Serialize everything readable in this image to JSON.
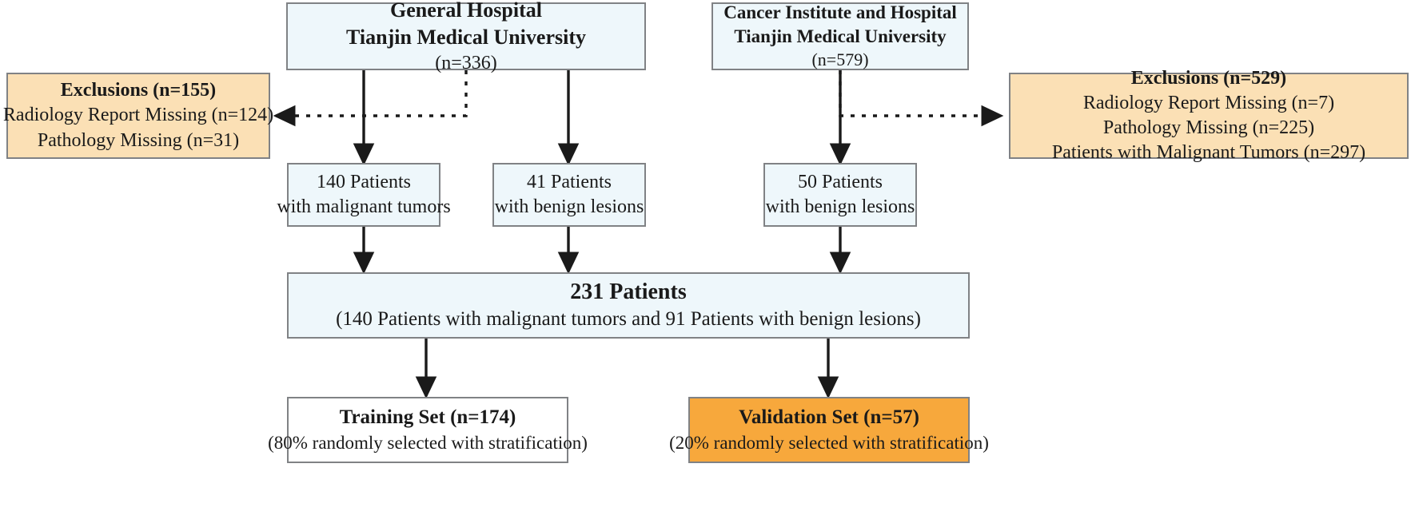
{
  "diagram": {
    "title": "Patient enrollment flowchart",
    "colors": {
      "box_blue": "#eef7fb",
      "box_peach": "#fbe0b5",
      "box_orange": "#f7a83c",
      "box_white": "#ffffff",
      "border": "#808285",
      "arrow": "#1a1a1a"
    },
    "nodes": {
      "source_general": {
        "line1": "General Hospital",
        "line2": "Tianjin Medical University",
        "line3": "(n=336)"
      },
      "source_cancer": {
        "line1": "Cancer Institute and Hospital",
        "line2": "Tianjin Medical University",
        "line3": "(n=579)"
      },
      "exclusions_left": {
        "line1": "Exclusions (n=155)",
        "line2": "Radiology Report Missing (n=124)",
        "line3": "Pathology Missing (n=31)"
      },
      "exclusions_right": {
        "line1": "Exclusions (n=529)",
        "line2": "Radiology Report Missing (n=7)",
        "line3": "Pathology Missing (n=225)",
        "line4": "Patients with Malignant Tumors (n=297)"
      },
      "malignant_140": {
        "line1": "140 Patients",
        "line2": "with malignant tumors"
      },
      "benign_41": {
        "line1": "41 Patients",
        "line2": "with benign lesions"
      },
      "benign_50": {
        "line1": "50 Patients",
        "line2": "with benign lesions"
      },
      "pooled_231": {
        "line1": "231 Patients",
        "line2": "(140 Patients with malignant tumors and 91 Patients with benign lesions)"
      },
      "training_set": {
        "line1": "Training Set (n=174)",
        "line2": "(80% randomly selected with stratification)"
      },
      "validation_set": {
        "line1": "Validation Set (n=57)",
        "line2": "(20% randomly selected with stratification)"
      }
    }
  }
}
